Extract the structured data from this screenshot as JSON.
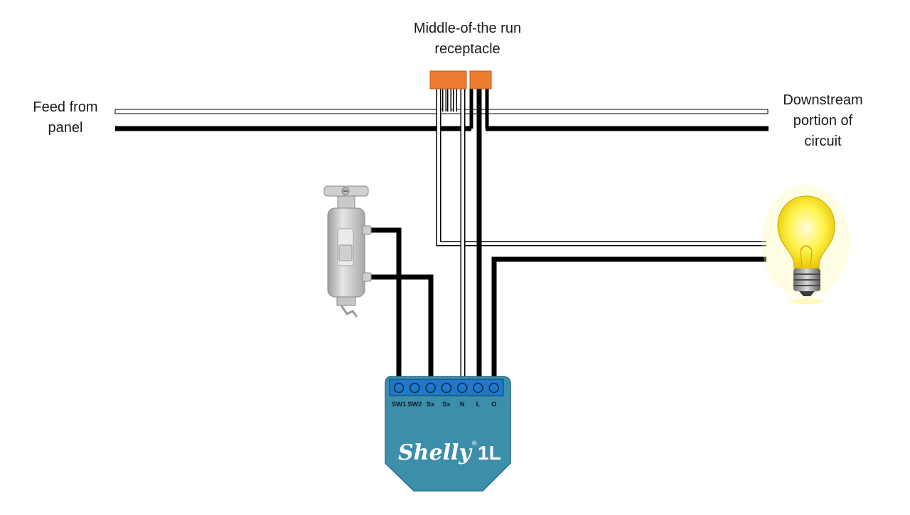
{
  "labels": {
    "receptacle_line1": "Middle-of-the run",
    "receptacle_line2": "receptacle",
    "feed_line1": "Feed from",
    "feed_line2": "panel",
    "downstream_line1": "Downstream",
    "downstream_line2": "portion of",
    "downstream_line3": "circuit"
  },
  "shelly": {
    "terminals": [
      "SW1",
      "SW2",
      "Sx",
      "Sx",
      "N",
      "L",
      "O"
    ],
    "brand": "Shelly",
    "model": "1L",
    "registered_mark": "®"
  },
  "colors": {
    "hot_wire": "#000000",
    "neutral_wire": "#ffffff",
    "connector": "#ed7d31",
    "module_body": "#3d8eaa",
    "module_terminal_strip": "#1f78c8",
    "bulb": "#f5e400"
  }
}
